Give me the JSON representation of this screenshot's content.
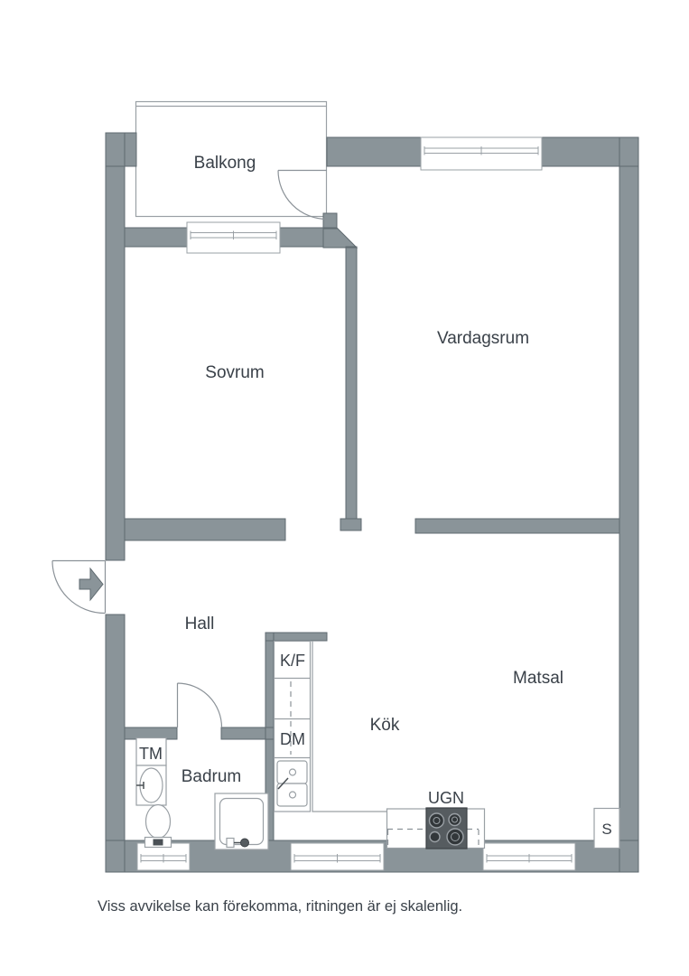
{
  "rooms": {
    "balcony": "Balkong",
    "bedroom": "Sovrum",
    "living_room": "Vardagsrum",
    "hall": "Hall",
    "bathroom": "Badrum",
    "kitchen": "Kök",
    "dining_room": "Matsal"
  },
  "appliances": {
    "washing_machine": "TM",
    "fridge_freezer": "K/F",
    "dishwasher": "DM",
    "oven": "UGN",
    "closet": "S"
  },
  "footer": {
    "disclaimer": "Viss avvikelse kan förekomma, ritningen är ej skalenlig."
  },
  "colors": {
    "background": "#ffffff",
    "wall_fill": "#8a9499",
    "wall_outline": "#5f6a70",
    "fixture_line": "#9aa0a5",
    "door_line": "#8b9298",
    "text": "#3a4149",
    "stove_fill": "#565c60",
    "stove_outline": "#3c4145",
    "burner_fill": "#32373a",
    "dark_accent": "#4a5055"
  }
}
